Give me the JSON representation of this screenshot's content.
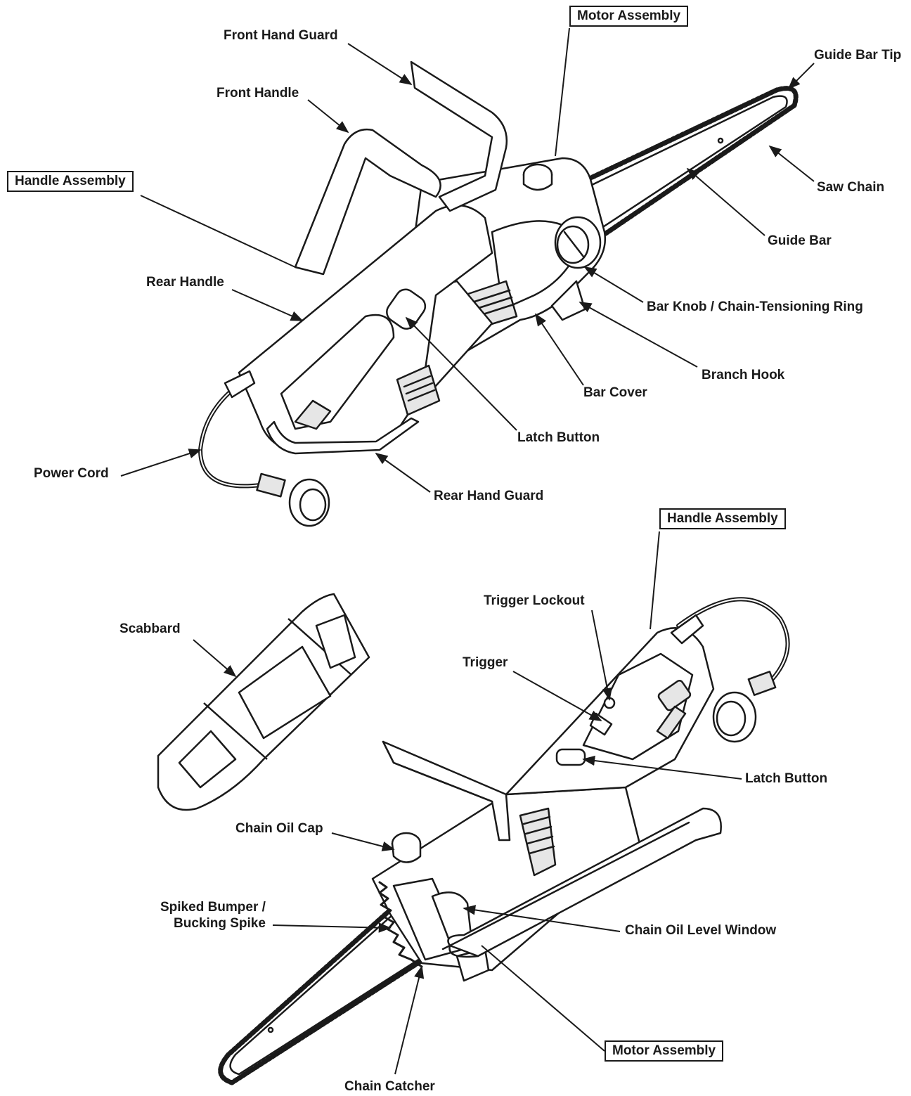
{
  "top_view": {
    "motor_assembly": "Motor Assembly",
    "front_hand_guard": "Front Hand Guard",
    "guide_bar_tip": "Guide Bar Tip",
    "front_handle": "Front Handle",
    "handle_assembly": "Handle Assembly",
    "saw_chain": "Saw Chain",
    "guide_bar": "Guide Bar",
    "rear_handle": "Rear Handle",
    "bar_knob": "Bar Knob / Chain-Tensioning Ring",
    "branch_hook": "Branch Hook",
    "bar_cover": "Bar Cover",
    "latch_button": "Latch Button",
    "power_cord": "Power Cord",
    "rear_hand_guard": "Rear Hand Guard"
  },
  "bottom_view": {
    "handle_assembly": "Handle Assembly",
    "trigger_lockout": "Trigger Lockout",
    "scabbard": "Scabbard",
    "trigger": "Trigger",
    "latch_button": "Latch Button",
    "chain_oil_cap": "Chain Oil Cap",
    "spiked_bumper": "Spiked Bumper /\nBucking Spike",
    "chain_oil_level_window": "Chain Oil Level Window",
    "motor_assembly": "Motor Assembly",
    "chain_catcher": "Chain Catcher"
  },
  "colors": {
    "ink": "#1a1a1a",
    "fill": "#ffffff",
    "shade": "#e6e6e6"
  }
}
